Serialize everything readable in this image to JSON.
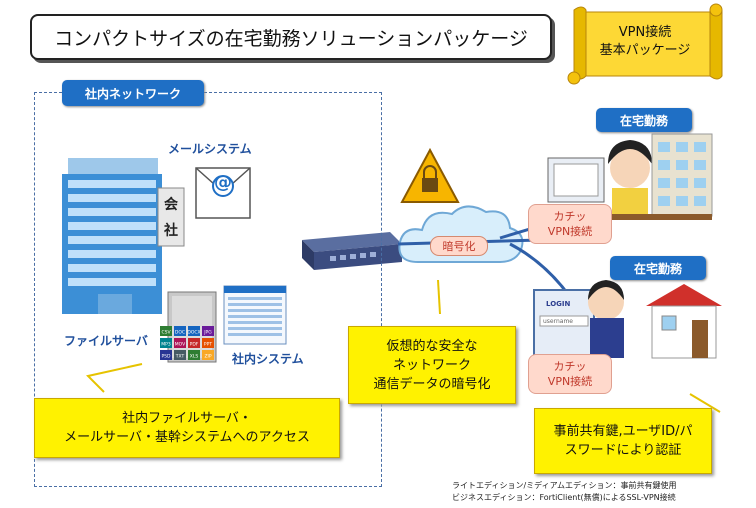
{
  "title": "コンパクトサイズの在宅勤務ソリューションパッケージ",
  "scroll_label": {
    "line1": "VPN接続",
    "line2": "基本パッケージ"
  },
  "network": {
    "label": "社内ネットワーク",
    "mail_system": "メールシステム",
    "file_server": "ファイルサーバ",
    "internal_system": "社内システム",
    "company_sign": [
      "会",
      "社"
    ],
    "access_box": {
      "line1": "社内ファイルサーバ・",
      "line2": "メールサーバ・基幹システムへのアクセス"
    }
  },
  "cloud": {
    "encryption_label": "暗号化",
    "box": {
      "line1": "仮想的な安全な",
      "line2": "ネットワーク",
      "line3": "通信データの暗号化"
    }
  },
  "remote": {
    "home_work_label_1": "在宅勤務",
    "home_work_label_2": "在宅勤務",
    "bubble_1": {
      "line1": "カチッ",
      "line2": "VPN接続"
    },
    "bubble_2": {
      "line1": "カチッ",
      "line2": "VPN接続"
    },
    "auth_box": {
      "line1": "事前共有鍵,ユーザID/パ",
      "line2": "スワードにより認証"
    },
    "login_text": "LOGIN",
    "username_text": "username"
  },
  "footnote": {
    "line1": "ライトエディション/ミディアムエディション：事前共有鍵使用",
    "line2": "ビジネスエディション：FortiClient(無償)によるSSL-VPN接続"
  },
  "file_tags": [
    "CSV",
    "DOC",
    "DOCX",
    "JPG",
    "MP3",
    "MOV",
    "PDF",
    "PPT",
    "PSD",
    "TXT",
    "XLS",
    "ZIP"
  ],
  "colors": {
    "accent_blue": "#1f6fc5",
    "highlight_yellow": "#fff200",
    "bubble_pink": "#ffd9cc"
  }
}
